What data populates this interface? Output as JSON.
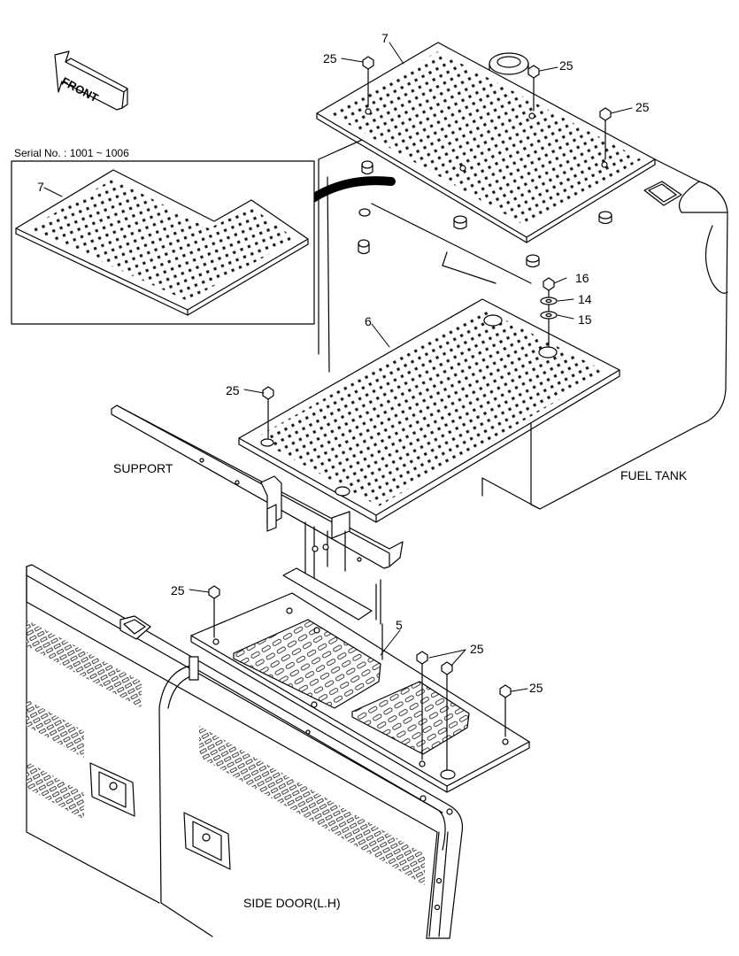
{
  "labels": {
    "front": "FRONT",
    "serial": "Serial No. : 1001 ~ 1006",
    "support": "SUPPORT",
    "fuel_tank": "FUEL TANK",
    "side_door": "SIDE DOOR(L.H)"
  },
  "callouts": {
    "p7_main": "7",
    "p7_inset": "7",
    "p25_a": "25",
    "p25_b": "25",
    "p25_c": "25",
    "p25_d": "25",
    "p25_e": "25",
    "p25_f": "25",
    "p25_g": "25",
    "p16": "16",
    "p14": "14",
    "p15": "15",
    "p6": "6",
    "p5": "5"
  },
  "colors": {
    "line": "#000000",
    "fill": "#ffffff",
    "hole": "#1a1a1a",
    "shade": "#e6e6e6"
  }
}
